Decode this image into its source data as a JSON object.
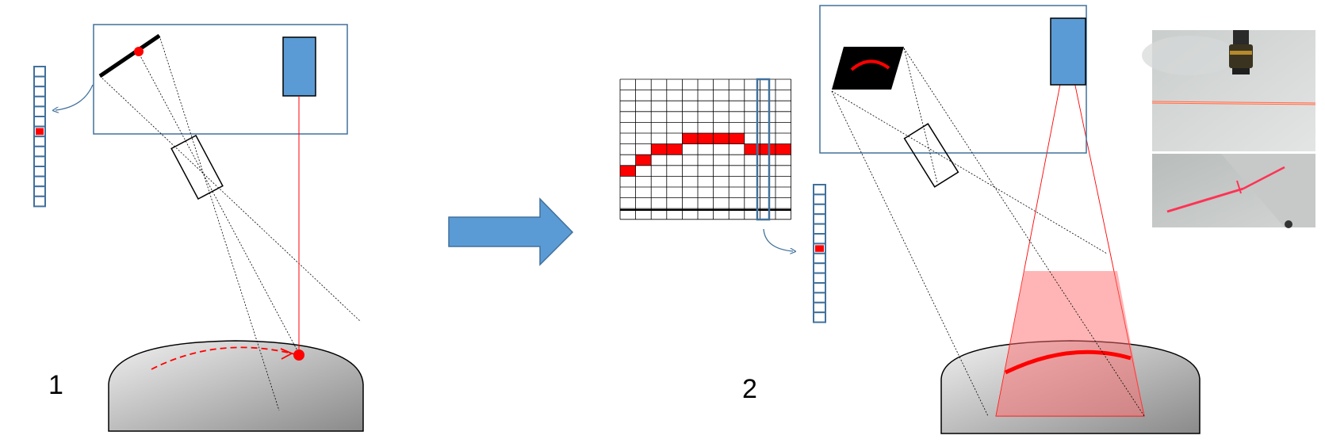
{
  "labels": {
    "step1": "1",
    "step2": "2"
  },
  "colors": {
    "blue_outline": "#41719c",
    "sensor_fill": "#5b9bd5",
    "laser_red": "#ff0000",
    "laser_fan": "#f8a5a5",
    "surface_light": "#eeeeee",
    "surface_dark": "#8a8a8a"
  },
  "grid": {
    "rows": 13,
    "cols": 11,
    "filled_cells": [
      [
        8,
        0
      ],
      [
        7,
        1
      ],
      [
        6,
        2
      ],
      [
        6,
        3
      ],
      [
        5,
        4
      ],
      [
        5,
        5
      ],
      [
        5,
        6
      ],
      [
        5,
        7
      ],
      [
        6,
        8
      ],
      [
        6,
        9
      ],
      [
        6,
        10
      ]
    ]
  },
  "line_sensor_cells": 14,
  "line_sensor_active_cell": 6,
  "photos": [
    {
      "name": "laser-line-photo-top"
    },
    {
      "name": "laser-line-photo-bottom"
    }
  ]
}
